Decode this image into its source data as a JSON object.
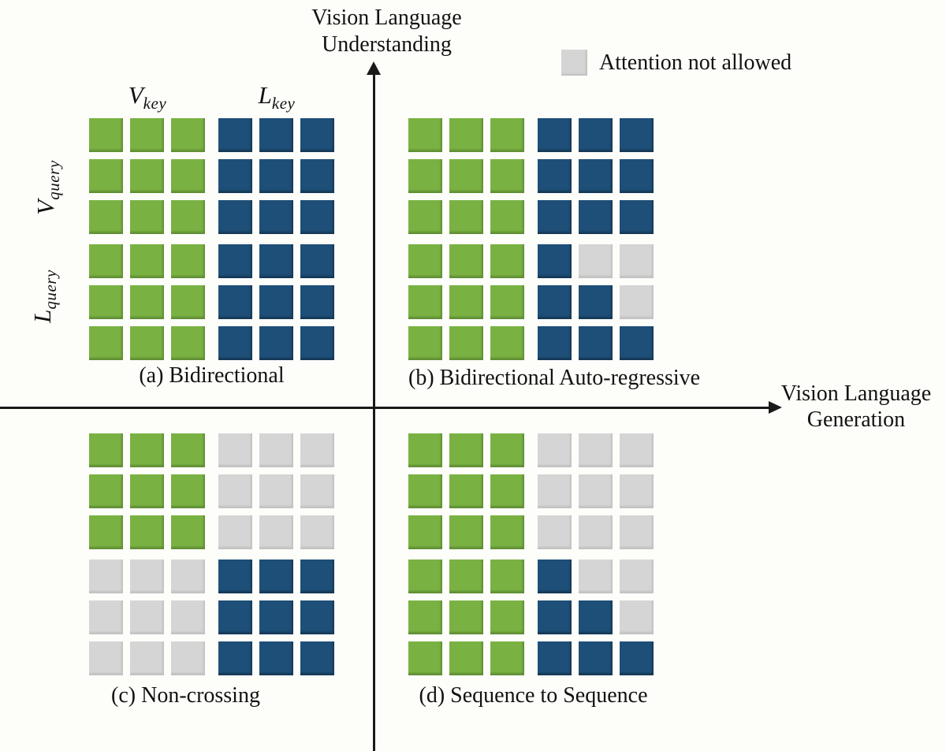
{
  "colors": {
    "vision": "#79B242",
    "language": "#1E4F78",
    "not_allowed": "#D5D5D5",
    "background": "#FDFDFA"
  },
  "axes": {
    "vertical": {
      "line1": "Vision Language",
      "line2": "Understanding"
    },
    "horizontal": {
      "line1": "Vision Language",
      "line2": "Generation"
    }
  },
  "legend": {
    "label": "Attention not allowed"
  },
  "matrix_labels": {
    "v_key": {
      "base": "V",
      "sub": "key"
    },
    "l_key": {
      "base": "L",
      "sub": "key"
    },
    "v_query": {
      "base": "V",
      "sub": "query"
    },
    "l_query": {
      "base": "L",
      "sub": "query"
    }
  },
  "cell_types": {
    "V": "vision",
    "L": "language",
    "N": "blocked"
  },
  "quadrants": [
    {
      "id": "a",
      "caption": "(a) Bidirectional",
      "rows": [
        "VVVLLL",
        "VVVLLL",
        "VVVLLL",
        "VVVLLL",
        "VVVLLL",
        "VVVLLL"
      ]
    },
    {
      "id": "b",
      "caption": "(b) Bidirectional Auto-regressive",
      "rows": [
        "VVVLLL",
        "VVVLLL",
        "VVVLLL",
        "VVVLNN",
        "VVVLLN",
        "VVVLLL"
      ]
    },
    {
      "id": "c",
      "caption": "(c) Non-crossing",
      "rows": [
        "VVVNNN",
        "VVVNNN",
        "VVVNNN",
        "NNNLLL",
        "NNNLLL",
        "NNNLLL"
      ]
    },
    {
      "id": "d",
      "caption": "(d) Sequence to Sequence",
      "rows": [
        "VVVNNN",
        "VVVNNN",
        "VVVNNN",
        "VVVLNN",
        "VVVLLN",
        "VVVLLL"
      ]
    }
  ]
}
